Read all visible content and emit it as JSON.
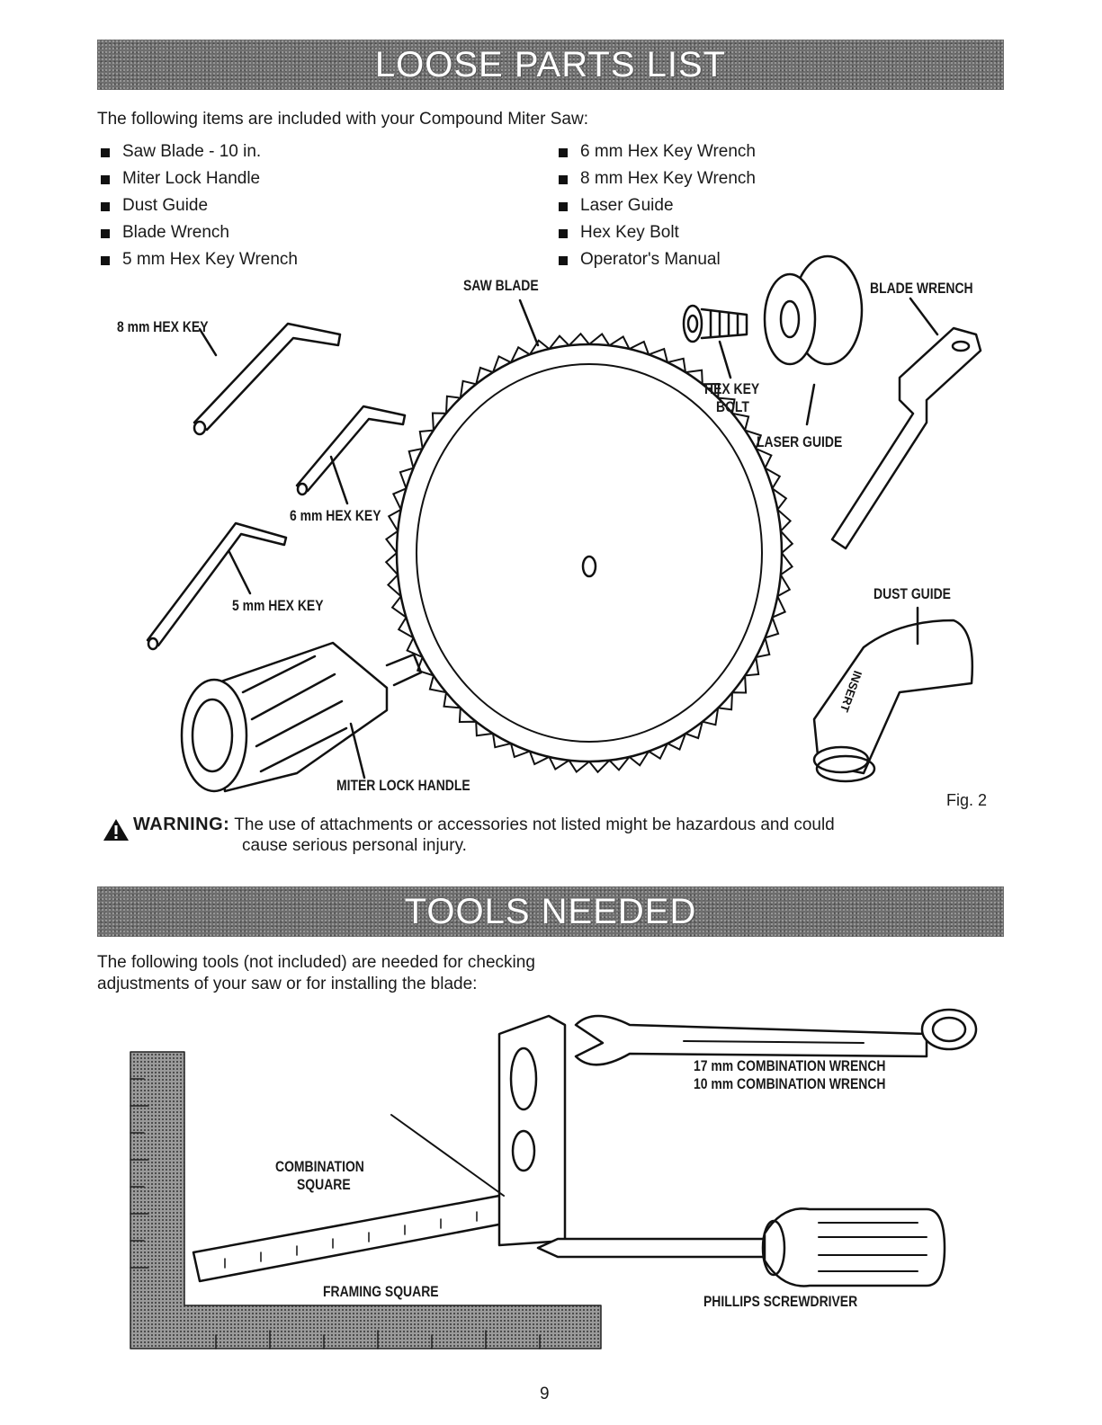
{
  "loose_parts": {
    "heading": "LOOSE PARTS LIST",
    "intro": "The following items are included with your Compound Miter Saw:",
    "items_left": [
      "Saw Blade - 10 in.",
      "Miter Lock Handle",
      "Dust Guide",
      "Blade Wrench",
      "5 mm Hex Key Wrench"
    ],
    "items_right": [
      "6 mm Hex Key Wrench",
      "8 mm Hex Key Wrench",
      "Laser Guide",
      "Hex Key Bolt",
      "Operator's  Manual"
    ],
    "labels": {
      "saw_blade": "SAW BLADE",
      "blade_wrench": "BLADE WRENCH",
      "hex8": "8 mm HEX KEY",
      "hex6": "6 mm HEX KEY",
      "hex5": "5 mm HEX KEY",
      "hex_key_bolt_1": "HEX KEY",
      "hex_key_bolt_2": "BOLT",
      "laser_guide": "LASER GUIDE",
      "dust_guide": "DUST GUIDE",
      "miter_lock_handle": "MITER LOCK HANDLE",
      "dust_guide_text": "INSERT"
    },
    "figure_number": "Fig. 2"
  },
  "warning": {
    "label": "WARNING:",
    "line1": "The use of attachments or accessories not listed might be hazardous and could",
    "line2": "cause serious personal injury."
  },
  "tools_needed": {
    "heading": "TOOLS NEEDED",
    "intro_line1": "The following tools (not included) are needed for checking",
    "intro_line2": "adjustments of your saw or for installing the blade:",
    "labels": {
      "wrench17": "17 mm COMBINATION WRENCH",
      "wrench10": "10 mm COMBINATION WRENCH",
      "combination_square_1": "COMBINATION",
      "combination_square_2": "SQUARE",
      "framing_square": "FRAMING SQUARE",
      "phillips_screwdriver": "PHILLIPS SCREWDRIVER"
    }
  },
  "page_number": "9"
}
